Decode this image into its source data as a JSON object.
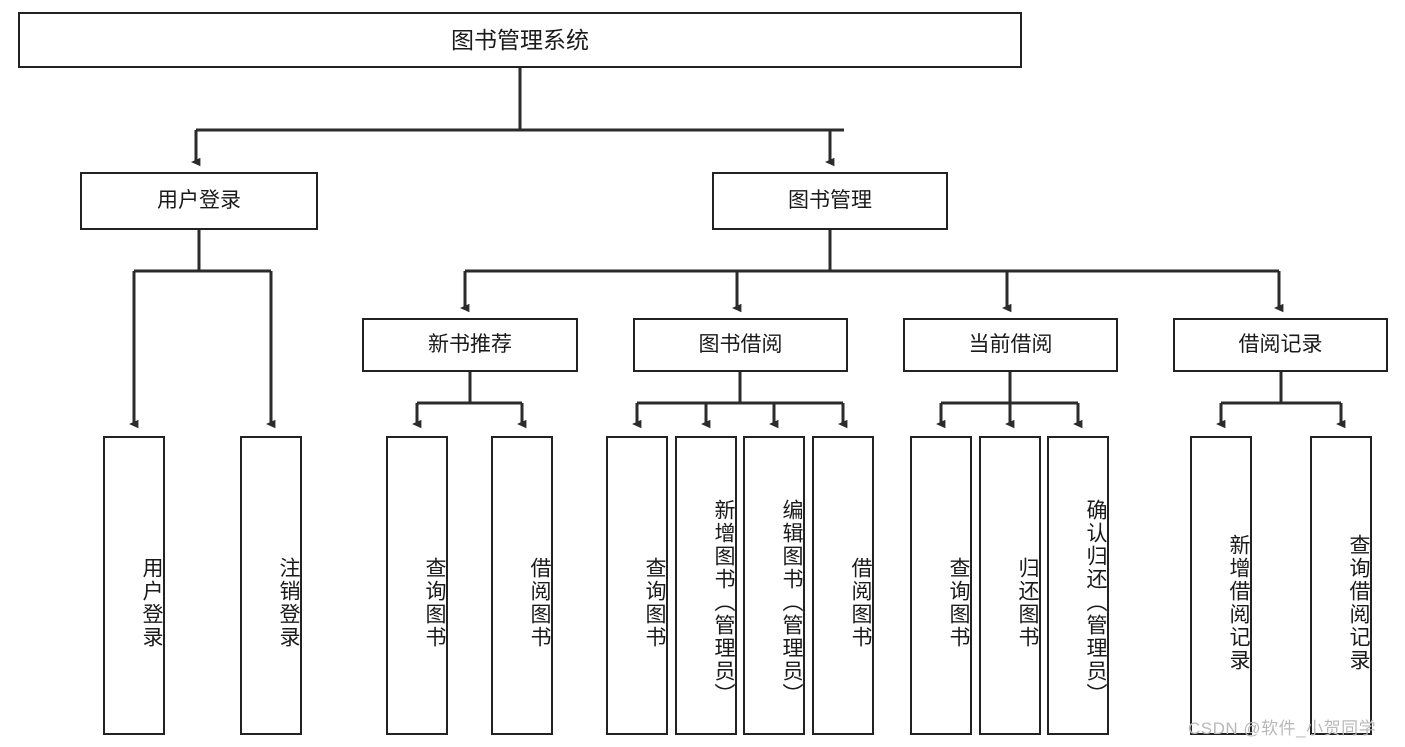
{
  "diagram": {
    "title": "图书管理系统",
    "type": "tree",
    "root": {
      "id": "root",
      "label": "图书管理系统"
    },
    "level2": [
      {
        "id": "user-login",
        "label": "用户登录"
      },
      {
        "id": "book-manage",
        "label": "图书管理"
      }
    ],
    "level3": [
      {
        "id": "new-book-recommend",
        "label": "新书推荐",
        "parent": "book-manage"
      },
      {
        "id": "book-borrow",
        "label": "图书借阅",
        "parent": "book-manage"
      },
      {
        "id": "current-borrow",
        "label": "当前借阅",
        "parent": "book-manage"
      },
      {
        "id": "borrow-record",
        "label": "借阅记录",
        "parent": "book-manage"
      }
    ],
    "leaves": [
      {
        "id": "leaf-user-login",
        "label": "用户登录",
        "parent": "user-login"
      },
      {
        "id": "leaf-logout-login",
        "label": "注销登录",
        "parent": "user-login"
      },
      {
        "id": "leaf-query-book-1",
        "label": "查询图书",
        "parent": "new-book-recommend"
      },
      {
        "id": "leaf-borrow-book-1",
        "label": "借阅图书",
        "parent": "new-book-recommend"
      },
      {
        "id": "leaf-query-book-2",
        "label": "查询图书",
        "parent": "book-borrow"
      },
      {
        "id": "leaf-add-book",
        "label": "新增图书（管理员）",
        "parent": "book-borrow"
      },
      {
        "id": "leaf-edit-book",
        "label": "编辑图书（管理员）",
        "parent": "book-borrow"
      },
      {
        "id": "leaf-borrow-book-2",
        "label": "借阅图书",
        "parent": "book-borrow"
      },
      {
        "id": "leaf-query-book-3",
        "label": "查询图书",
        "parent": "current-borrow"
      },
      {
        "id": "leaf-return-book",
        "label": "归还图书",
        "parent": "current-borrow"
      },
      {
        "id": "leaf-confirm-return",
        "label": "确认归还（管理员）",
        "parent": "current-borrow"
      },
      {
        "id": "leaf-add-record",
        "label": "新增借阅记录",
        "parent": "borrow-record"
      },
      {
        "id": "leaf-query-record",
        "label": "查询借阅记录",
        "parent": "borrow-record"
      }
    ],
    "watermark": "CSDN @软件_小贺同学",
    "colors": {
      "border": "#222222",
      "text": "#1a1a1a",
      "background": "#ffffff",
      "connector": "#2b2b2b",
      "watermark": "#b9b9b9"
    }
  }
}
